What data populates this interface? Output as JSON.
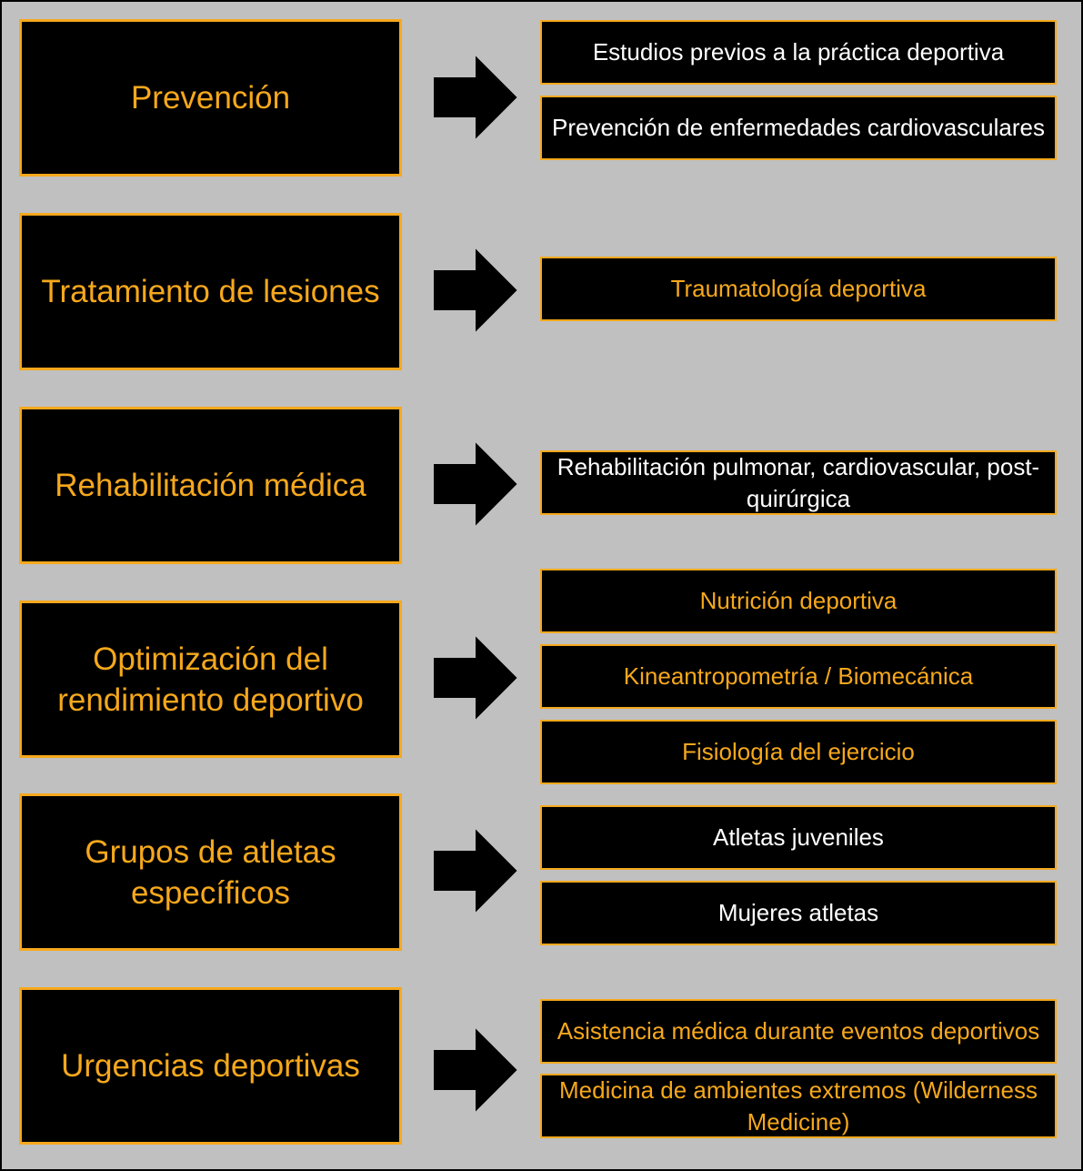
{
  "colors": {
    "background": "#c0c0c0",
    "box_fill": "#000000",
    "accent": "#f6a81c",
    "white_text": "#ffffff"
  },
  "diagram": {
    "rows": [
      {
        "category": "Prevención",
        "items": [
          {
            "text": "Estudios previos a la práctica deportiva",
            "color": "white"
          },
          {
            "text": "Prevención de enfermedades cardiovasculares",
            "color": "white"
          }
        ]
      },
      {
        "category": "Tratamiento de lesiones",
        "items": [
          {
            "text": "Traumatología deportiva",
            "color": "orange"
          }
        ]
      },
      {
        "category": "Rehabilitación médica",
        "items": [
          {
            "text": "Rehabilitación pulmonar, cardiovascular, post-quirúrgica",
            "color": "white"
          }
        ]
      },
      {
        "category": "Optimización del rendimiento deportivo",
        "items": [
          {
            "text": "Nutrición deportiva",
            "color": "orange"
          },
          {
            "text": "Kineantropometría / Biomecánica",
            "color": "orange"
          },
          {
            "text": "Fisiología del ejercicio",
            "color": "orange"
          }
        ]
      },
      {
        "category": "Grupos de atletas específicos",
        "items": [
          {
            "text": "Atletas juveniles",
            "color": "white"
          },
          {
            "text": "Mujeres atletas",
            "color": "white"
          }
        ]
      },
      {
        "category": "Urgencias deportivas",
        "items": [
          {
            "text": "Asistencia médica durante eventos deportivos",
            "color": "orange"
          },
          {
            "text": "Medicina de ambientes extremos (Wilderness Medicine)",
            "color": "orange"
          }
        ]
      }
    ]
  }
}
